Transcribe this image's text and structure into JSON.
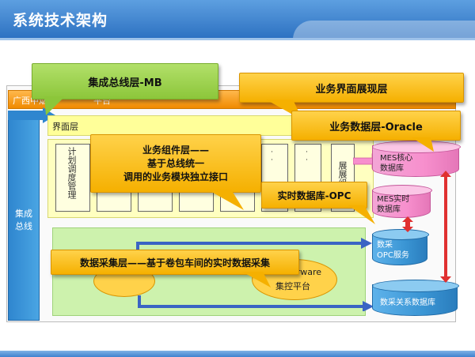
{
  "title": "系统技术架构",
  "layers": {
    "platform_label": "广西中烟",
    "platform_tail": "平台",
    "interface_layer": "界面层",
    "integration_bus": "集成\n总线"
  },
  "modules": [
    "计划调度管理",
    "",
    "",
    "",
    "",
    "",
    "",
    "展展组"
  ],
  "databases": {
    "mes_core": "MES核心\n数据库",
    "mes_realtime": "MES实时\n数据库",
    "opc_service": "数采\nOPC服务",
    "relational": "数采关系数据库"
  },
  "wonderware": {
    "line1": "erware",
    "line2": "集控平台"
  },
  "callouts": {
    "mb": "集成总线层-MB",
    "ui_layer": "业务界面展现层",
    "data_layer": "业务数据层-Oracle",
    "component_layer": "业务组件层——\n基于总线统一\n调用的业务模块独立接口",
    "realtime_db": "实时数据库-OPC",
    "acquisition": "数据采集层——基于卷包车间的实时数据采集"
  },
  "colors": {
    "title_bar": "#3b82d1",
    "platform_bar": "#f7a320",
    "interface_bar": "#ffff99",
    "bus_bar": "#3a95d4",
    "acquisition_area": "#c9f2a8",
    "callout_orange": "#f5b000",
    "callout_green": "#8cc63a",
    "db_pink": "#f78fcd",
    "db_blue": "#3a95d4",
    "arrow_blue": "#3a64c4",
    "arrow_red": "#e03030"
  }
}
